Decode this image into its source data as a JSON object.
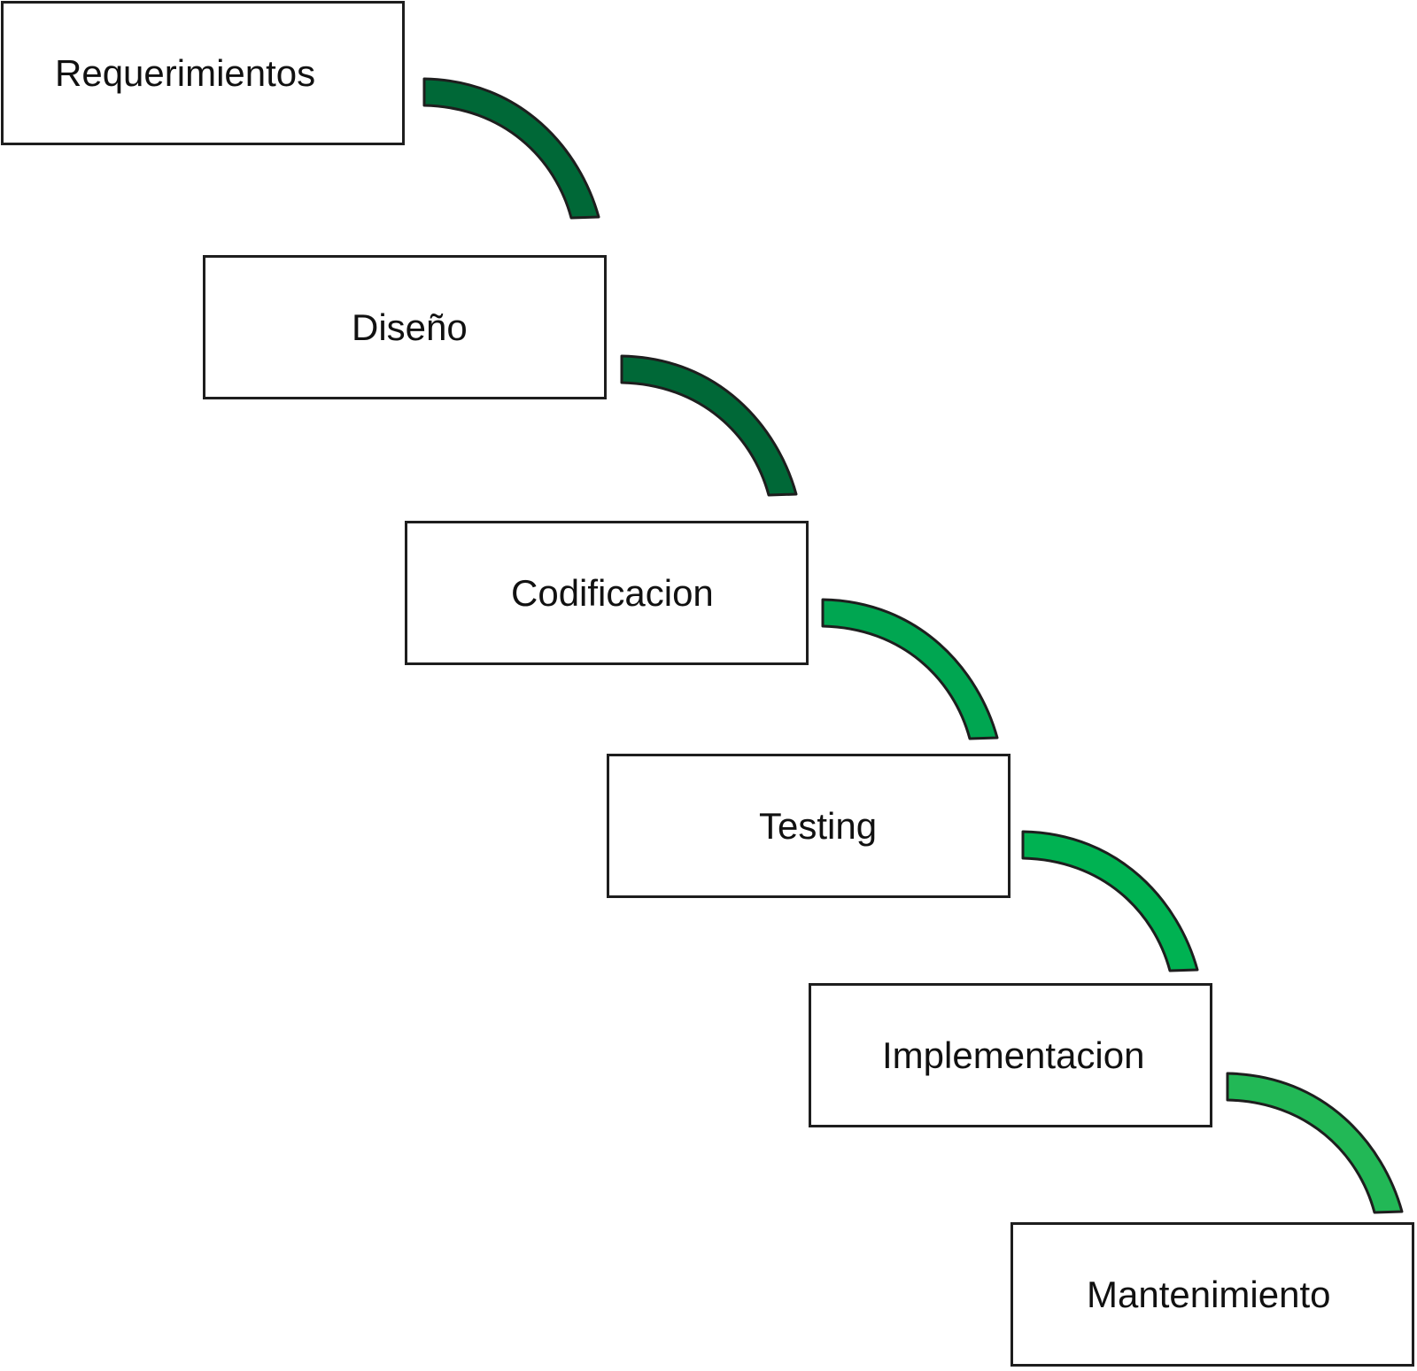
{
  "diagram": {
    "stages": [
      {
        "label": "Requerimientos"
      },
      {
        "label": "Diseño"
      },
      {
        "label": "Codificacion"
      },
      {
        "label": "Testing"
      },
      {
        "label": "Implementacion"
      },
      {
        "label": "Mantenimiento"
      }
    ],
    "connector_colors": [
      "#006837",
      "#006837",
      "#00A651",
      "#00B252",
      "#22B856",
      "#00D46A"
    ],
    "outline_color": "#1e1e1e"
  }
}
